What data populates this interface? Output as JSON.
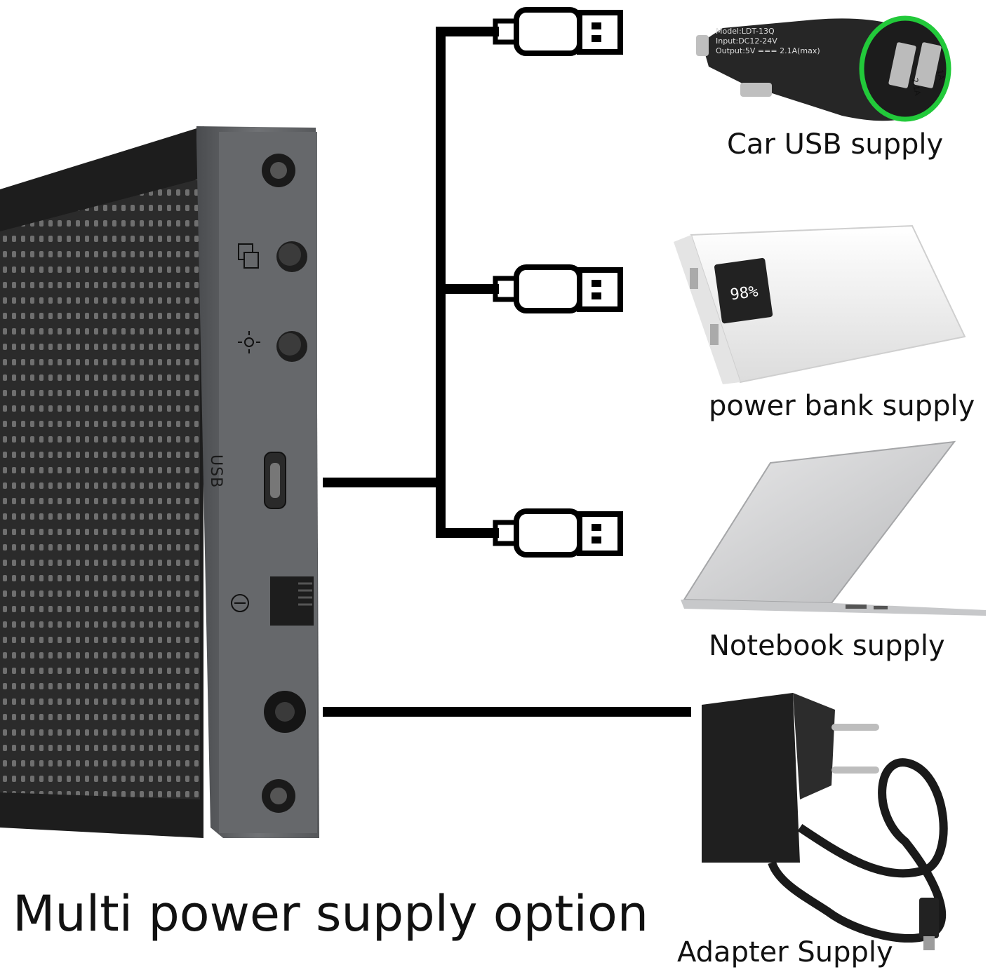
{
  "headline": "Multi power supply option",
  "panel": {
    "usb_port_label": "USB"
  },
  "supplies": [
    {
      "id": "car",
      "label": "Car USB  supply",
      "device_text": [
        "Model:LDT-13Q",
        "Input:DC12-24V",
        "Output:5V === 2.1A(max)",
        "2.1A",
        "1A"
      ]
    },
    {
      "id": "powerbank",
      "label": "power bank supply",
      "display_text": "98%"
    },
    {
      "id": "notebook",
      "label": "Notebook supply"
    },
    {
      "id": "adapter",
      "label": "Adapter Supply"
    }
  ],
  "colors": {
    "cable": "#000000",
    "panel_frame": "#5f6164",
    "panel_face": "#2a2a2a",
    "car_ring": "#22c93a"
  }
}
